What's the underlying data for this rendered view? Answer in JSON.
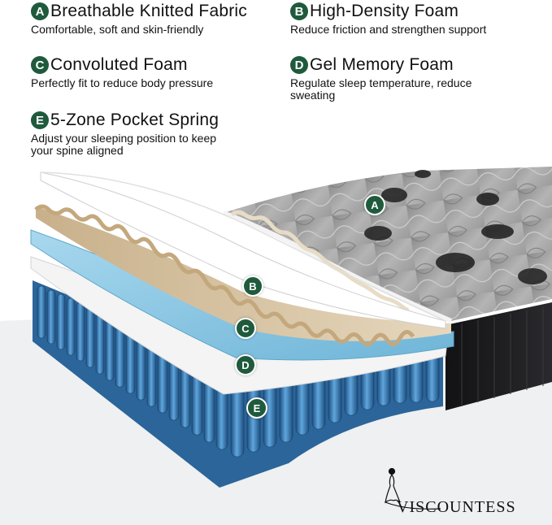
{
  "features": [
    {
      "letter": "A",
      "title": "Breathable Knitted Fabric",
      "desc": "Comfortable, soft and skin-friendly"
    },
    {
      "letter": "B",
      "title": "High-Density Foam",
      "desc": "Reduce friction and strengthen support"
    },
    {
      "letter": "C",
      "title": "Convoluted Foam",
      "desc": "Perfectly fit to reduce body pressure"
    },
    {
      "letter": "D",
      "title": "Gel Memory Foam",
      "desc": "Regulate sleep temperature, reduce sweating"
    },
    {
      "letter": "E",
      "title": "5-Zone Pocket Spring",
      "desc": "Adjust your sleeping position to keep your spine aligned"
    }
  ],
  "markers": [
    "A",
    "B",
    "C",
    "D",
    "E"
  ],
  "brand": {
    "name": "VISCOUNTESS"
  },
  "colors": {
    "badge": "#1f5a3c",
    "fabric": "#a9a9a9",
    "foam_convoluted": "#d8c4a1",
    "foam_gel": "#8fc8e2",
    "spring": "#2f6fa8",
    "base": "#1b1b1d",
    "floor": "#e9ebec"
  }
}
